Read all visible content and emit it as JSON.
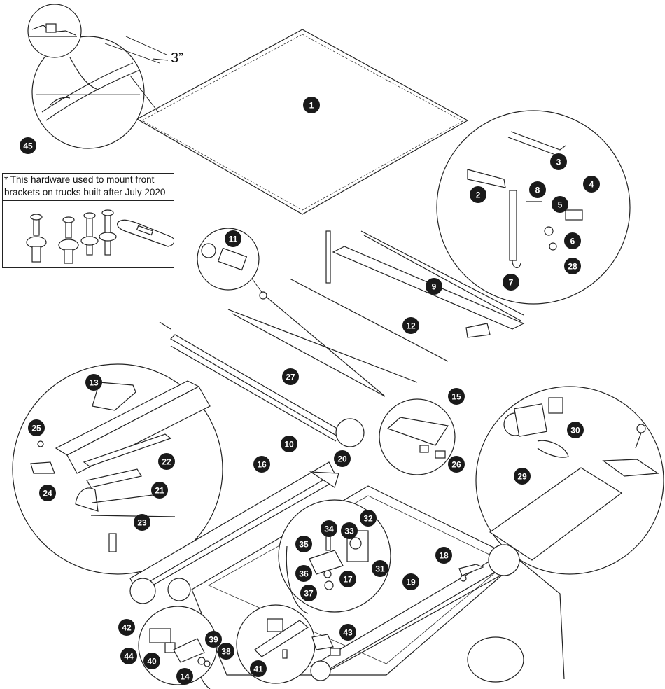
{
  "note": {
    "line1": "*  This hardware used to mount front",
    "line2": "brackets on trucks built after July 2020"
  },
  "dimension_label": "3”",
  "callouts": [
    "1",
    "2",
    "3",
    "4",
    "5",
    "6",
    "7",
    "8",
    "9",
    "10",
    "11",
    "12",
    "13",
    "14",
    "15",
    "16",
    "17",
    "18",
    "19",
    "20",
    "21",
    "22",
    "23",
    "24",
    "25",
    "26",
    "27",
    "28",
    "29",
    "30",
    "31",
    "32",
    "33",
    "34",
    "35",
    "36",
    "37",
    "38",
    "39",
    "40",
    "41",
    "42",
    "43",
    "44",
    "45"
  ]
}
